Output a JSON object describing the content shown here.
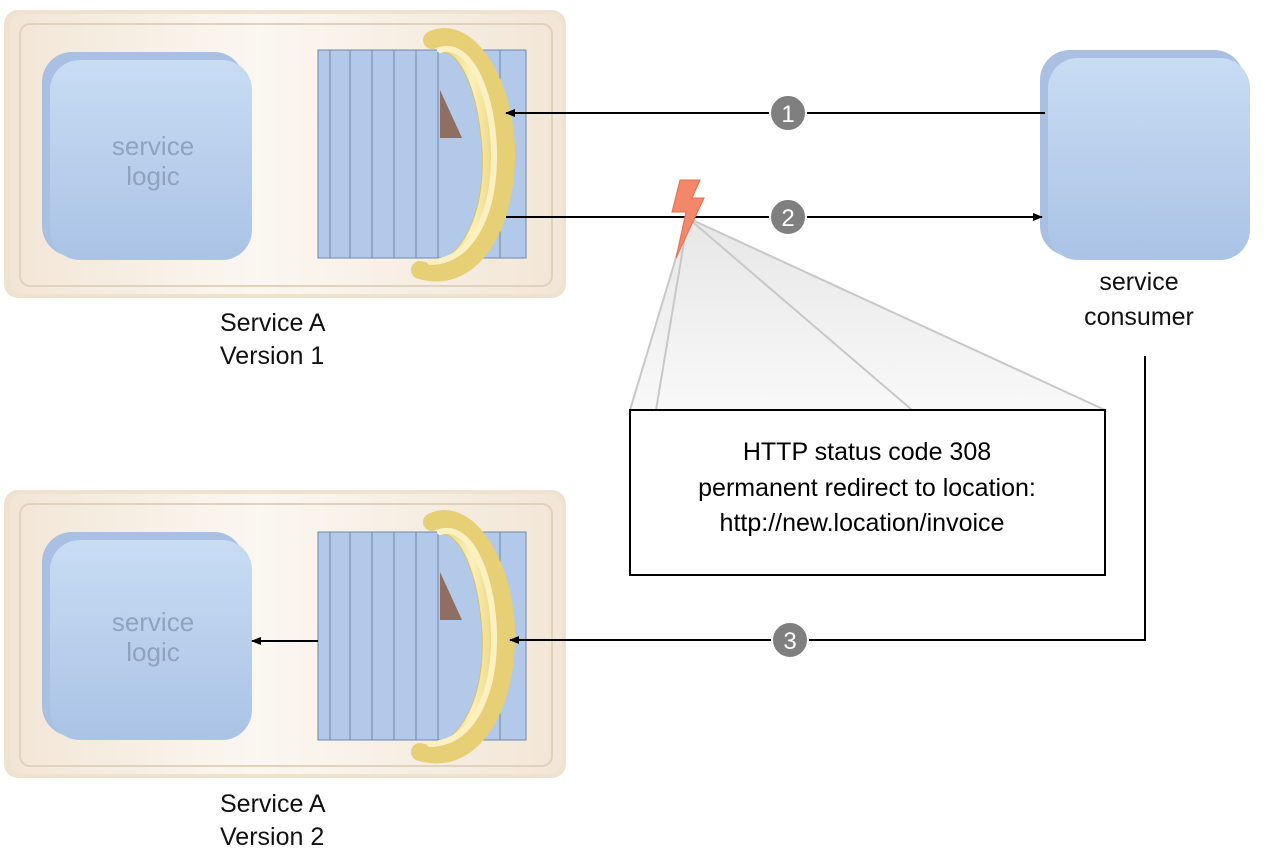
{
  "service_v1": {
    "logic_label_line1": "service",
    "logic_label_line2": "logic",
    "caption_line1": "Service A",
    "caption_line2": "Version 1"
  },
  "service_v2": {
    "logic_label_line1": "service",
    "logic_label_line2": "logic",
    "caption_line1": "Service A",
    "caption_line2": "Version 2"
  },
  "consumer": {
    "label_line1": "service",
    "label_line2": "consumer"
  },
  "steps": [
    {
      "number": "1"
    },
    {
      "number": "2"
    },
    {
      "number": "3"
    }
  ],
  "callout": {
    "line1": "HTTP status code 308",
    "line2": "permanent redirect to location:",
    "line3": "http://new.location/invoice"
  },
  "colors": {
    "container_fill": "#f5ebdf",
    "logic_block": "#bcd3ef",
    "logic_text": "#8ea3be",
    "ring": "#ecd67f",
    "step_badge": "#7f7f7f",
    "lightning": "#f3876a",
    "arrow": "#000000"
  },
  "icons": {
    "lightning": "lightning-bolt-icon",
    "service_ring": "endpoint-ring-icon"
  }
}
